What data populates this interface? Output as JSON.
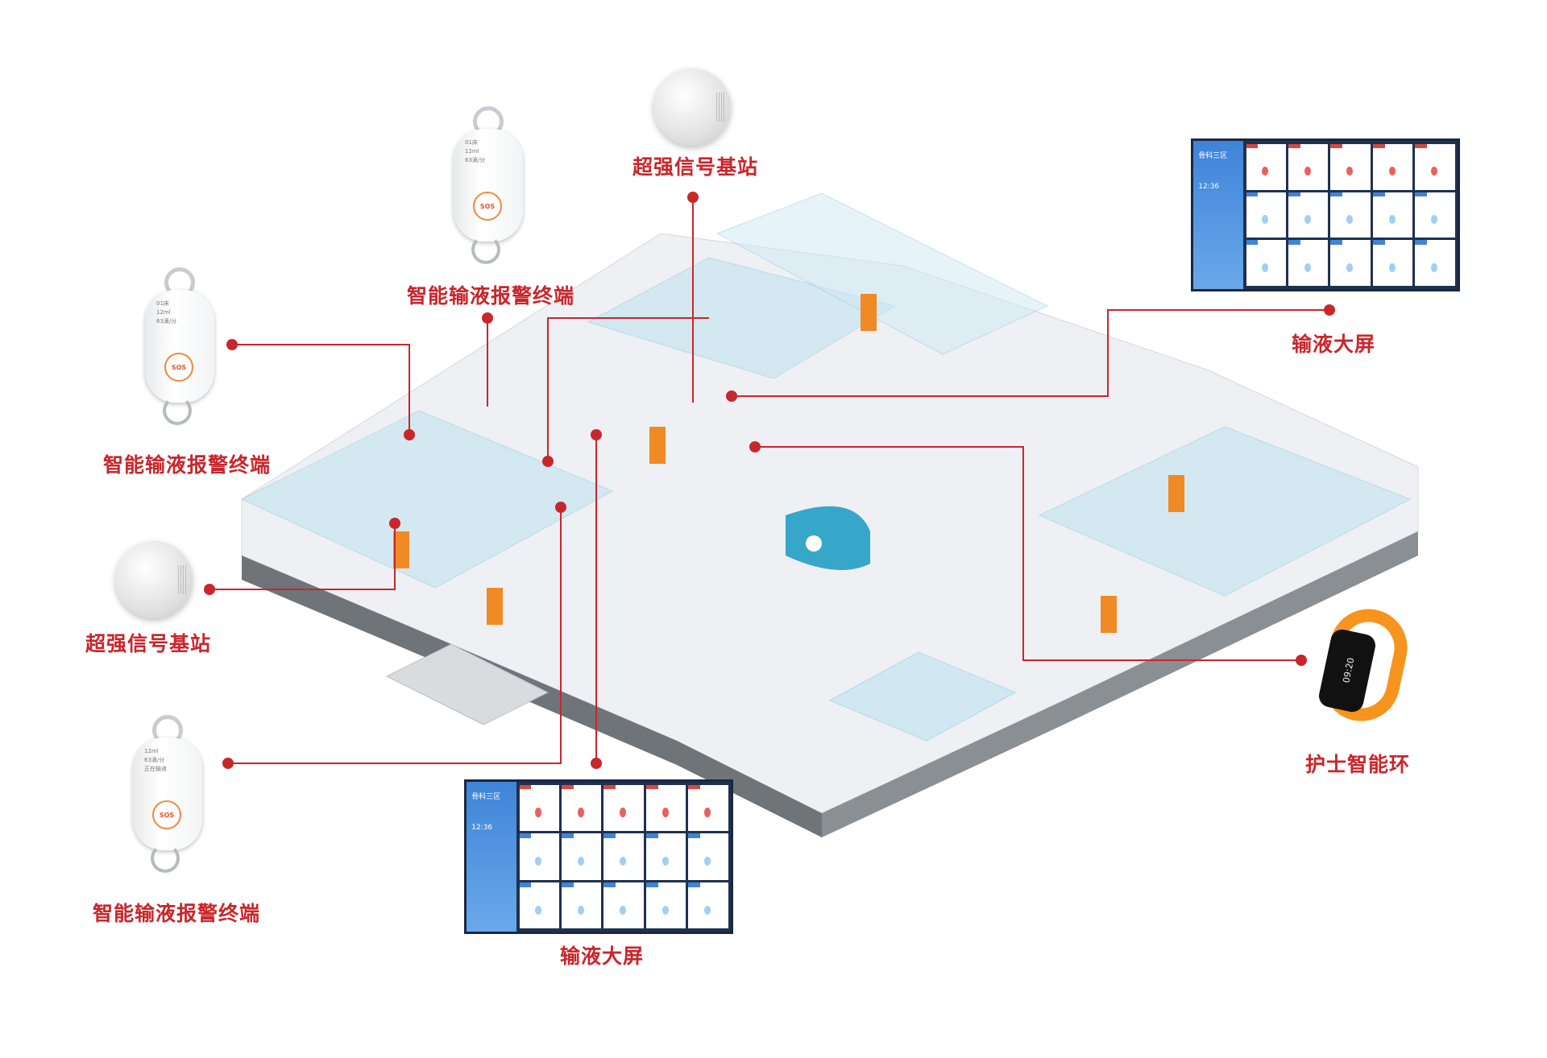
{
  "labels": {
    "station_top": "超强信号基站",
    "terminal_top": "智能输液报警终端",
    "terminal_left_upper": "智能输液报警终端",
    "station_left": "超强信号基站",
    "terminal_left_lower": "智能输液报警终端",
    "screen_bottom": "输液大屏",
    "screen_right": "输液大屏",
    "wristband": "护士智能环"
  },
  "devices": {
    "terminal_screen_lines": [
      "01床",
      "12ml",
      "63滴/分",
      "正在输液"
    ],
    "terminal_sos": "SOS",
    "screen_location": "骨科三区",
    "screen_clock": "12:36",
    "wristband_time": "09:20"
  },
  "colors": {
    "accent_red": "#c9262c",
    "wristband_orange": "#f7941d",
    "floor_glass": "#bfe3f2"
  }
}
